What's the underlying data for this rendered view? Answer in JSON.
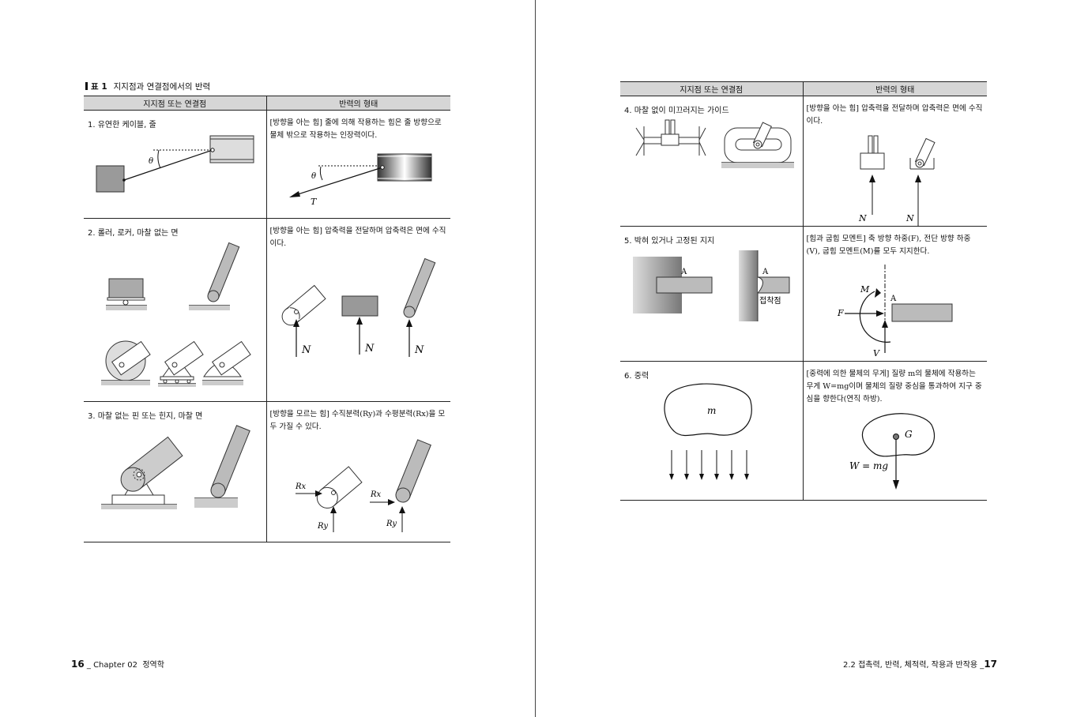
{
  "left": {
    "caption_prefix": "표 1",
    "caption_text": "지지점과 연결점에서의 반력",
    "headers": [
      "지지점 또는 연결점",
      "반력의 형태"
    ],
    "rows": [
      {
        "label": "1. 유연한 케이블, 줄",
        "desc": "[방향을 아는 힘] 줄에 의해 작용하는 힘은 줄 방향으로 물체 밖으로 작용하는 인장력이다.",
        "symbols": {
          "angle": "θ",
          "force": "T"
        }
      },
      {
        "label": "2. 롤러, 로커, 마찰 없는 면",
        "desc": "[방향을 아는 힘] 압축력을 전달하며 압축력은 면에 수직이다.",
        "symbols": {
          "force": "N"
        }
      },
      {
        "label": "3. 마찰 없는 핀 또는 힌지, 마찰 면",
        "desc": "[방향을 모르는 힘] 수직분력(Ry)과 수평분력(Rx)을 모두 가질 수 있다.",
        "symbols": {
          "fx": "Rx",
          "fy": "Ry"
        }
      }
    ],
    "footer": {
      "page": "16",
      "chapter": "_ Chapter 02",
      "title": "정역학"
    }
  },
  "right": {
    "headers": [
      "지지점 또는 연결점",
      "반력의 형태"
    ],
    "rows": [
      {
        "label": "4. 마찰 없이 미끄러지는 가이드",
        "desc": "[방향을 아는 힘] 압축력을 전달하며 압축력은 면에 수직이다.",
        "symbols": {
          "force": "N"
        }
      },
      {
        "label": "5. 박혀 있거나 고정된 지지",
        "desc": "[힘과 굽힘 모멘트] 축 방향 하중(F), 전단 방향 하중(V), 굽힘 모멘트(M)를 모두 지지한다.",
        "symbols": {
          "point": "A",
          "weld": "접착점",
          "moment": "M",
          "axial": "F",
          "shear": "V"
        }
      },
      {
        "label": "6. 중력",
        "desc": "[중력에 의한 물체의 무게] 질량 m의 물체에 작용하는 무게 W=mg이며 물체의 질량 중심을 통과하여 지구 중심을 향한다(연직 하방).",
        "symbols": {
          "mass": "m",
          "center": "G",
          "weight": "W = mg"
        }
      }
    ],
    "footer": {
      "section": "2.2  접촉력, 반력, 체적력, 작용과 반작용 _",
      "page": "17"
    }
  }
}
